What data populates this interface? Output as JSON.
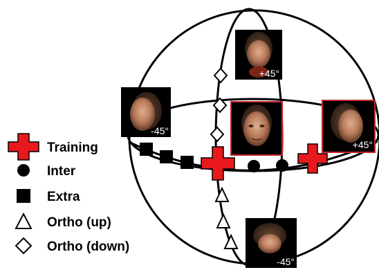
{
  "legend": [
    {
      "shape": "cross",
      "color": "#e8191c",
      "label": "Training"
    },
    {
      "shape": "circle",
      "color": "#000000",
      "label": "Inter"
    },
    {
      "shape": "square",
      "color": "#000000",
      "label": "Extra"
    },
    {
      "shape": "triangle",
      "color": "#000000",
      "label": "Ortho (up)"
    },
    {
      "shape": "diamond",
      "color": "#000000",
      "label": "Ortho (down)"
    }
  ],
  "views": {
    "left": {
      "angle": "-45°"
    },
    "top": {
      "angle": "+45°"
    },
    "center": {
      "angle": ""
    },
    "right": {
      "angle": "+45°"
    },
    "bottom": {
      "angle": "-45°"
    }
  },
  "colors": {
    "training": "#e8191c",
    "frame_highlight": "#c0262c",
    "line": "#000000"
  }
}
